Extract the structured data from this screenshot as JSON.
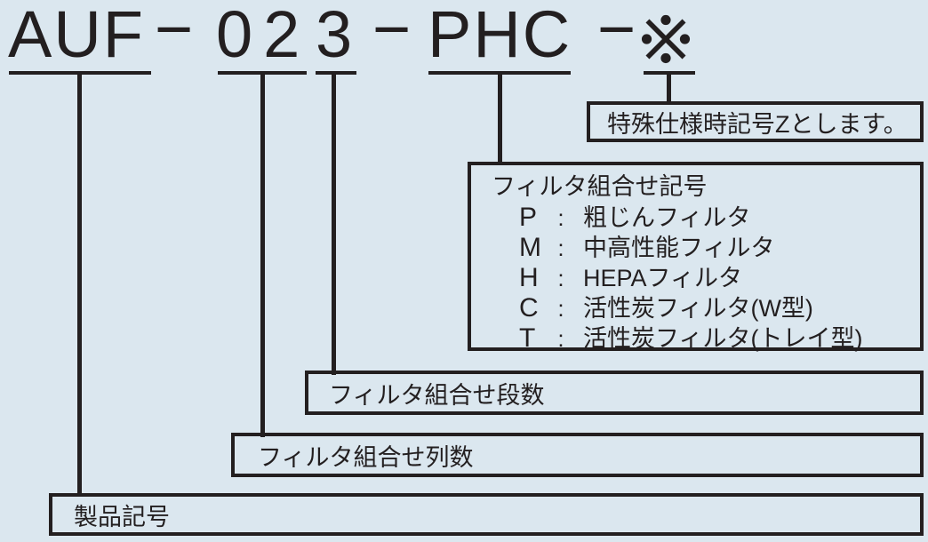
{
  "colors": {
    "background": "#dbe7ef",
    "line": "#231f20"
  },
  "model_code": {
    "full_text": "AUF-023-PHC-※",
    "product": "AUF",
    "separator": "−",
    "columns": "02",
    "stages": "3",
    "filters": "PHC",
    "special_mark": "※"
  },
  "callouts": {
    "special_note": "特殊仕様時記号Zとします。",
    "filter_combination": {
      "title": "フィルタ組合せ記号",
      "items": [
        {
          "code": "P",
          "colon": ":",
          "label": "粗じんフィルタ"
        },
        {
          "code": "M",
          "colon": ":",
          "label": "中高性能フィルタ"
        },
        {
          "code": "H",
          "colon": ":",
          "label": "HEPAフィルタ"
        },
        {
          "code": "C",
          "colon": ":",
          "label": "活性炭フィルタ(W型)"
        },
        {
          "code": "T",
          "colon": ":",
          "label": "活性炭フィルタ(トレイ型)"
        }
      ]
    },
    "stages_label": "フィルタ組合せ段数",
    "columns_label": "フィルタ組合せ列数",
    "product_label": "製品記号"
  }
}
